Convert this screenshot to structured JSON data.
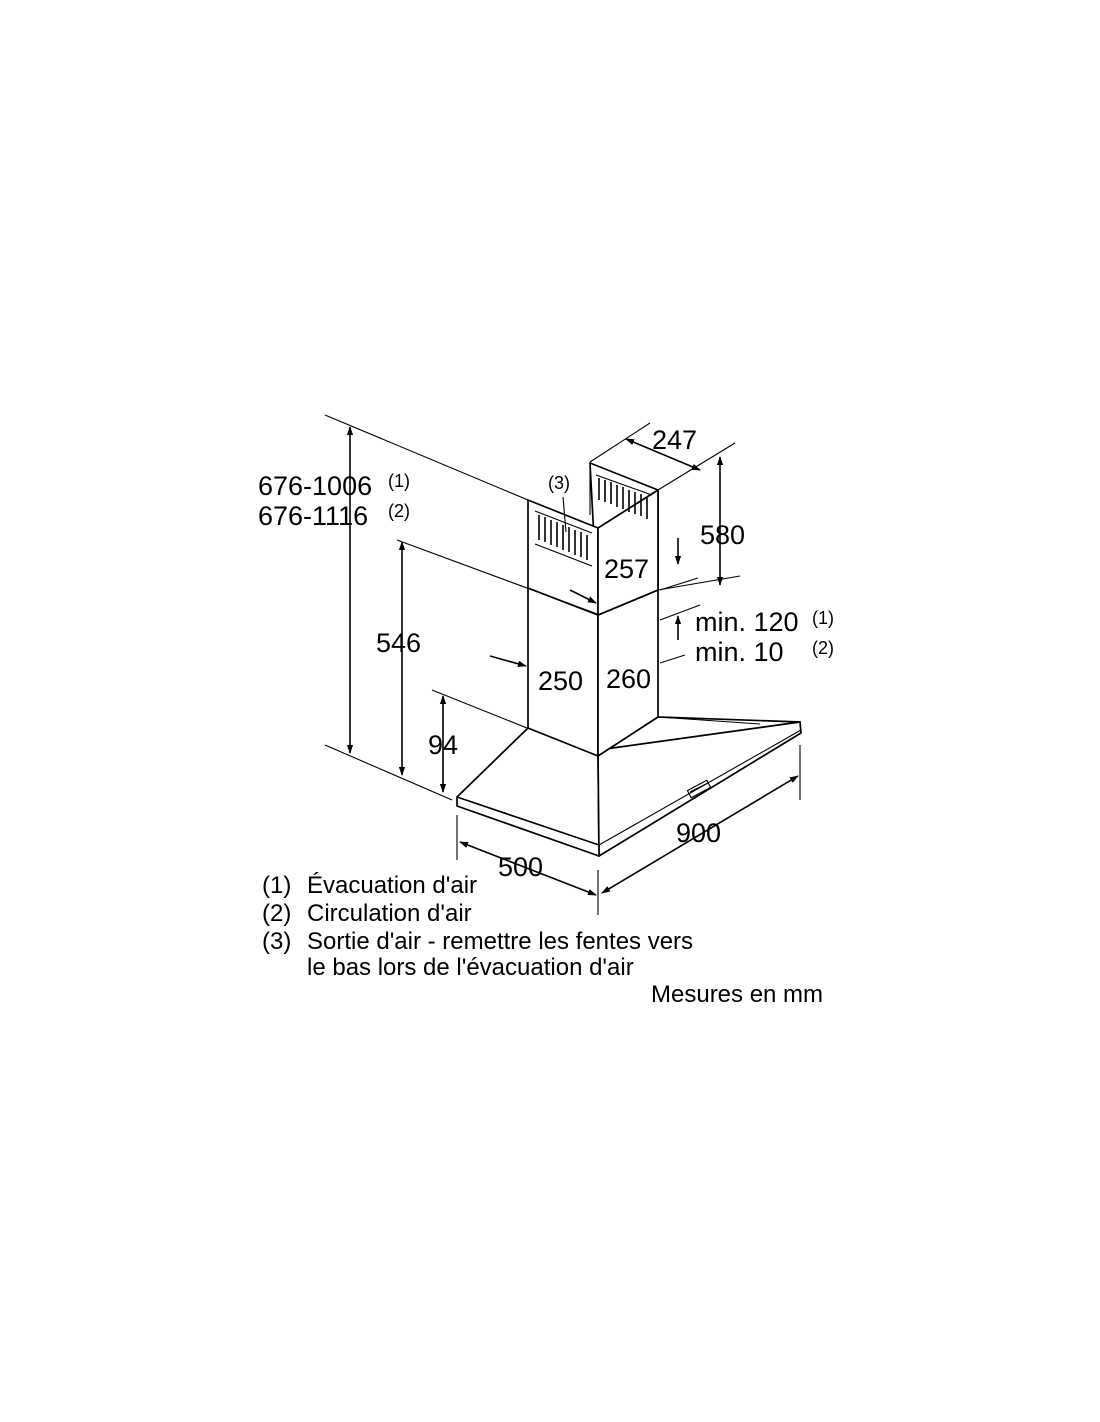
{
  "dimensions": {
    "total_height_1": "676-1006",
    "total_height_1_note": "(1)",
    "total_height_2": "676-1116",
    "total_height_2_note": "(2)",
    "lower_chimney_height": "546",
    "hood_height": "94",
    "chimney_top_depth": "247",
    "upper_chimney_height": "580",
    "upper_chimney_width": "257",
    "lower_chimney_depth": "250",
    "lower_chimney_width": "260",
    "min_gap_1": "min. 120",
    "min_gap_1_note": "(1)",
    "min_gap_2": "min. 10",
    "min_gap_2_note": "(2)",
    "hood_depth": "500",
    "hood_width": "900",
    "air_outlet_marker": "(3)"
  },
  "legend": [
    {
      "num": "(1)",
      "text": "Évacuation d'air"
    },
    {
      "num": "(2)",
      "text": "Circulation d'air"
    },
    {
      "num": "(3)",
      "text": "Sortie d'air - remettre les fentes vers"
    },
    {
      "num": "",
      "text": "le bas lors de l'évacuation d'air"
    }
  ],
  "units_note": "Mesures en mm",
  "colors": {
    "line": "#000000",
    "background": "#ffffff"
  }
}
